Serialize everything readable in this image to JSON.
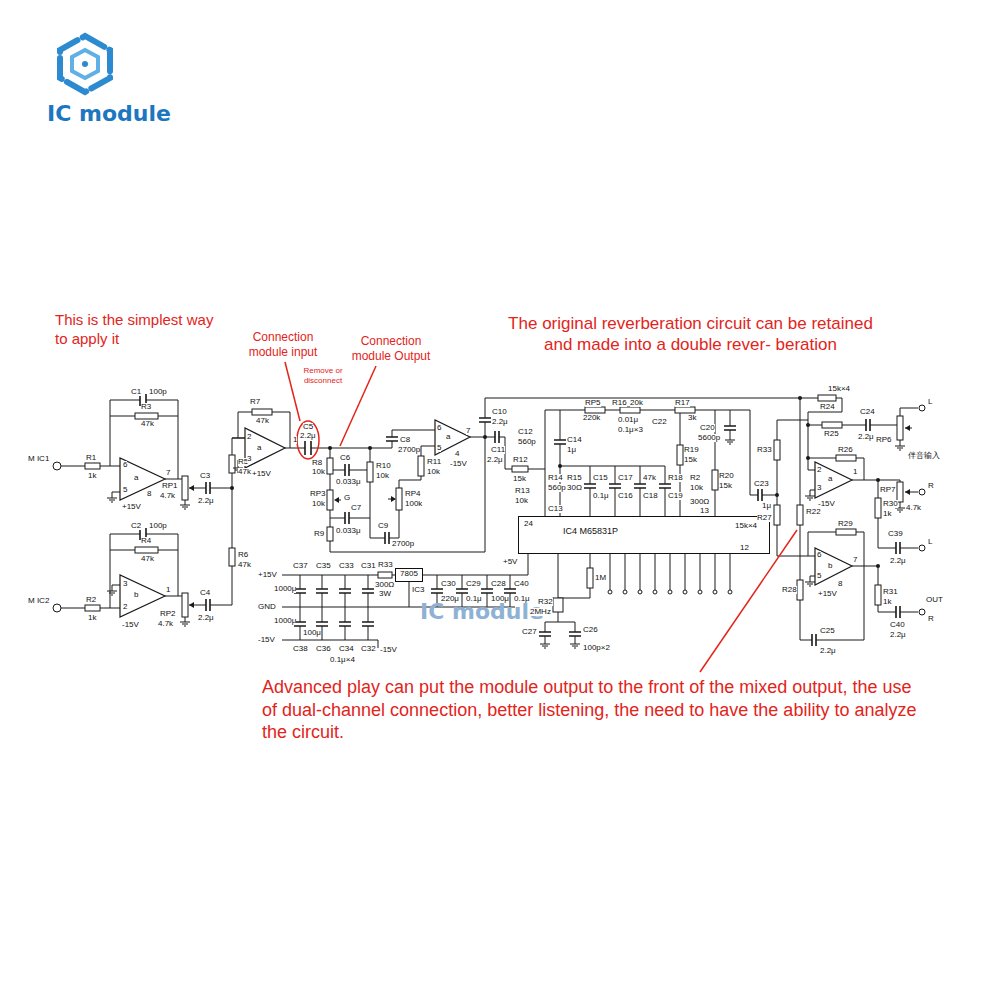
{
  "diagram": {
    "nodes": [
      {
        "text": [
          "IC4 M65831P"
        ]
      },
      {
        "text": [
          "7805"
        ]
      }
    ],
    "labels": [
      "IC module",
      "This is the simplest way to apply it",
      "Connection module input",
      "Connection module Output",
      "Remove or disconnect",
      "The original reverberation circuit can be retained and made into a double rever- beration",
      "Advanced play can put the module output to the front of the mixed output, the use of dual-channel connection, better listening, the need to have the ability to analyze the circuit.",
      "IC module",
      "C1",
      "100p",
      "R3",
      "47k",
      "M IC1",
      "R1",
      "1k",
      "6",
      "7",
      "a",
      "5",
      "8",
      "RP1",
      "4.7k",
      "+15V",
      "R5",
      "47k",
      "C3",
      "2.2μ",
      "C2",
      "100p",
      "R4",
      "47k",
      "M IC2",
      "R2",
      "1k",
      "3",
      "b",
      "1",
      "2",
      "RP2",
      "4.7k",
      "-15V",
      "R6",
      "47k",
      "C4",
      "2.2μ",
      "R7",
      "47k",
      "2",
      "a",
      "1",
      "3",
      "+15V",
      "C5",
      "2.2μ",
      "R8",
      "10k",
      "C6",
      "0.033μ",
      "RP3",
      "10k",
      "G",
      "C7",
      "0.033μ",
      "R9",
      "R10",
      "10k",
      "C8",
      "2700p",
      "R11",
      "10k",
      "RP4",
      "100k",
      "C9",
      "2700p",
      "6",
      "a",
      "7",
      "5",
      "4",
      "-15V",
      "C10",
      "2.2μ",
      "C11",
      "2.2μ",
      "R12",
      "15k",
      "R13",
      "10k",
      "C12",
      "560p",
      "C13",
      "R14",
      "560p",
      "R15",
      "30Ω",
      "RP5",
      "220k",
      "R16",
      "20k",
      "R17",
      "3k",
      "0.01μ",
      "0.1μ×3",
      "C22",
      "C14",
      "1μ",
      "R19",
      "15k",
      "C20",
      "5600p",
      "C15",
      "0.1μ",
      "C16",
      "C17",
      "47k",
      "C18",
      "C19",
      "R18",
      "R2",
      "10k",
      "R20",
      "15k",
      "300Ω",
      "13",
      "C23",
      "1μ",
      "15k×4",
      "24",
      "12",
      "+5V",
      "1M",
      "R32",
      "2MHz",
      "C27",
      "C26",
      "100p×2",
      "+15V",
      "C37",
      "C35",
      "C33",
      "C31",
      "R33",
      "300Ω",
      "3W",
      "1000μ",
      "GND",
      "1000μ",
      "-15V",
      "100μ",
      "C38",
      "C36",
      "C34",
      "C32",
      "0.1μ×4",
      "-15V",
      "IC3",
      "C30",
      "220μ",
      "C29",
      "0.1μ",
      "C28",
      "100μ",
      "C40",
      "0.1μ",
      "15k×4",
      "R24",
      "C24",
      "2.2μ",
      "R25",
      "RP6",
      "L",
      "伴音输入",
      "R33",
      "R26",
      "2",
      "a",
      "1",
      "3",
      "-15V",
      "R",
      "RP7",
      "4.7k",
      "R30",
      "1k",
      "R27",
      "R22",
      "R29",
      "C39",
      "2.2μ",
      "L",
      "6",
      "b",
      "7",
      "5",
      "8",
      "+15V",
      "R28",
      "R31",
      "1k",
      "OUT",
      "C40",
      "2.2μ",
      "R",
      "C25",
      "2.2μ"
    ]
  }
}
